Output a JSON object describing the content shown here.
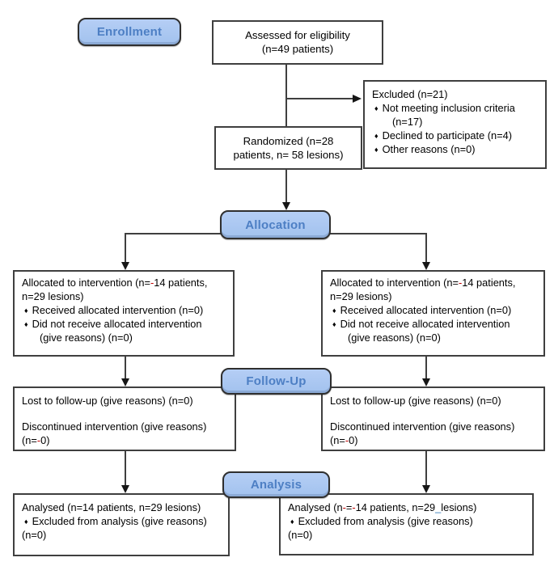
{
  "badges": {
    "enrollment": "Enrollment",
    "allocation": "Allocation",
    "followup": "Follow-Up",
    "analysis": "Analysis"
  },
  "glyphs": {
    "bullet": "♦"
  },
  "colors": {
    "badge_fill": "#a9c6f2",
    "badge_text": "#4d7fc4",
    "box_border": "#3f3f3f",
    "connector": "#3f3f3f",
    "deletion_mark_red": "#c00000",
    "insertion_mark_blue": "#2e75b6"
  },
  "boxes": {
    "assessed": {
      "line1": "Assessed for eligibility",
      "line2": "(n=49 patients)"
    },
    "excluded": {
      "title": "Excluded (n=21)",
      "bullet1_line1": "Not meeting inclusion criteria",
      "bullet1_line2": "(n=17)",
      "bullet2": "Declined to participate (n=4)",
      "bullet3": "Other reasons (n=0)"
    },
    "randomized": {
      "line1": "Randomized (n=28",
      "line2": "patients, n= 58 lesions)"
    },
    "allocated_left": {
      "title_line1_runs": [
        {
          "t": "Allocated to intervention (n="
        },
        {
          "t": "-",
          "c": "red"
        },
        {
          "t": "14 patients,"
        }
      ],
      "title_line2": "n=29 lesions)",
      "bullet1": "Received allocated intervention (n=0)",
      "bullet2_line1": "Did not receive allocated intervention",
      "bullet2_line2": "(give reasons) (n=0)"
    },
    "allocated_right": {
      "title_line1_runs": [
        {
          "t": "Allocated to intervention (n="
        },
        {
          "t": "-",
          "c": "red"
        },
        {
          "t": "14 patients,"
        }
      ],
      "title_line2": "n=29 lesions)",
      "bullet1": "Received allocated intervention (n=0)",
      "bullet2_line1": "Did not receive allocated intervention",
      "bullet2_line2": "(give reasons) (n=0)"
    },
    "followup_left": {
      "line1": "Lost to follow-up (give reasons) (n=0)",
      "line2": "Discontinued intervention (give reasons)",
      "line3_runs": [
        {
          "t": "(n="
        },
        {
          "t": "-",
          "c": "red"
        },
        {
          "t": "0)"
        }
      ]
    },
    "followup_right": {
      "line1": "Lost to follow-up (give reasons) (n=0)",
      "line2": "Discontinued intervention (give reasons)",
      "line3_runs": [
        {
          "t": "(n="
        },
        {
          "t": "-",
          "c": "red"
        },
        {
          "t": "0)"
        }
      ]
    },
    "analysis_left": {
      "line1": "Analysed (n=14 patients, n=29 lesions)",
      "bullet1": "Excluded from analysis (give reasons)",
      "line2": "(n=0)"
    },
    "analysis_right": {
      "line1_runs": [
        {
          "t": "Analysed (n"
        },
        {
          "t": "-",
          "c": "red"
        },
        {
          "t": "="
        },
        {
          "t": "-",
          "c": "red"
        },
        {
          "t": "14 patients, n=29"
        },
        {
          "t": "_",
          "c": "blue"
        },
        {
          "t": "lesions)"
        }
      ],
      "bullet1": "Excluded from analysis (give reasons)",
      "line2": "(n=0)"
    }
  }
}
